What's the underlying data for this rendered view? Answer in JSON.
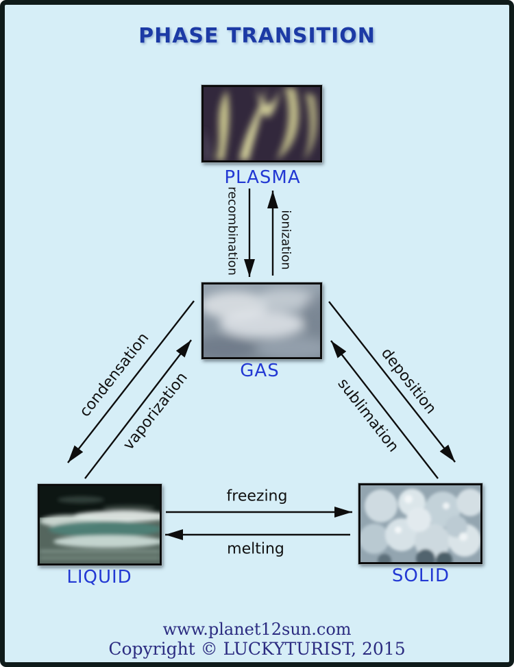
{
  "title": "PHASE TRANSITION",
  "states": {
    "plasma": "PLASMA",
    "gas": "GAS",
    "liquid": "LIQUID",
    "solid": "SOLID"
  },
  "transitions": {
    "recombination": "recombination",
    "ionization": "ionization",
    "condensation": "condensation",
    "vaporization": "vaporization",
    "deposition": "deposition",
    "sublimation": "sublimation",
    "freezing": "freezing",
    "melting": "melting"
  },
  "footer": {
    "website": "www.planet12sun.com",
    "copyright": "Copyright © LUCKYTURIST, 2015"
  },
  "colors": {
    "background": "#d6eef7",
    "frame_border": "#0f1b1a",
    "title_text": "#1c3aa5",
    "state_label": "#2238d3",
    "transition_label": "#101010",
    "arrow": "#0d0d0d",
    "footer_text": "#2b2b80"
  }
}
